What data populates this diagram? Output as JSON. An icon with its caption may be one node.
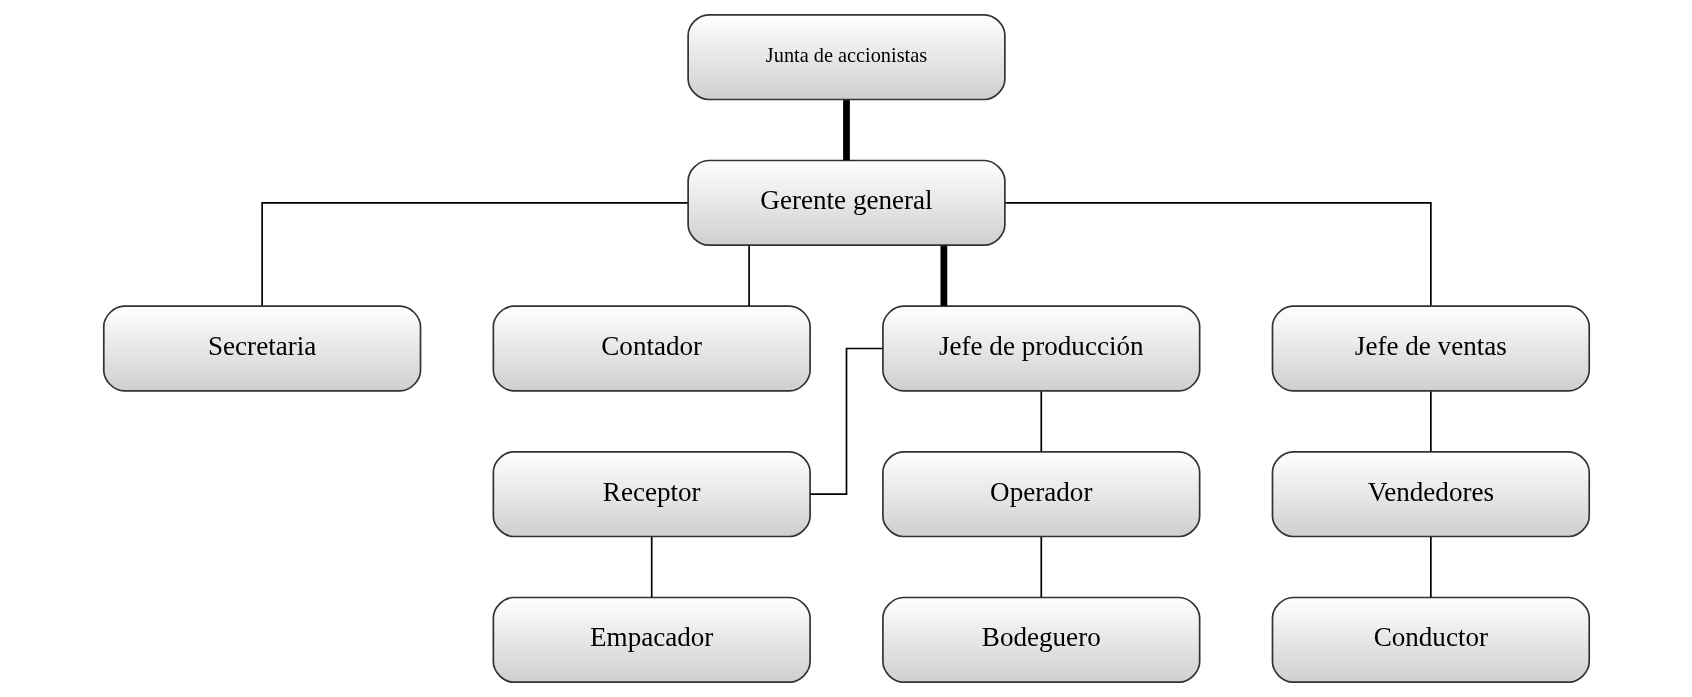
{
  "diagram": {
    "nodes": [
      {
        "text": [
          "Junta de accionistas"
        ]
      },
      {
        "text": [
          "Gerente general"
        ]
      },
      {
        "text": [
          "Secretaria"
        ]
      },
      {
        "text": [
          "Contador"
        ]
      },
      {
        "text": [
          "Jefe de producción"
        ]
      },
      {
        "text": [
          "Jefe de ventas"
        ]
      },
      {
        "text": [
          "Receptor"
        ]
      },
      {
        "text": [
          "Operador"
        ]
      },
      {
        "text": [
          "Vendedores"
        ]
      },
      {
        "text": [
          "Empacador"
        ]
      },
      {
        "text": [
          "Bodeguero"
        ]
      },
      {
        "text": [
          "Conductor"
        ]
      }
    ],
    "edges": [
      {
        "from": 0,
        "to": 1,
        "arrow": "none",
        "style": "thick"
      },
      {
        "from": 1,
        "to": 2,
        "arrow": "none"
      },
      {
        "from": 1,
        "to": 3,
        "arrow": "none"
      },
      {
        "from": 1,
        "to": 4,
        "arrow": "none",
        "style": "thick"
      },
      {
        "from": 1,
        "to": 5,
        "arrow": "none"
      },
      {
        "from": 4,
        "to": 6,
        "arrow": "none"
      },
      {
        "from": 4,
        "to": 7,
        "arrow": "none"
      },
      {
        "from": 6,
        "to": 9,
        "arrow": "none"
      },
      {
        "from": 7,
        "to": 10,
        "arrow": "none"
      },
      {
        "from": 5,
        "to": 8,
        "arrow": "none"
      },
      {
        "from": 8,
        "to": 11,
        "arrow": "none"
      }
    ]
  }
}
